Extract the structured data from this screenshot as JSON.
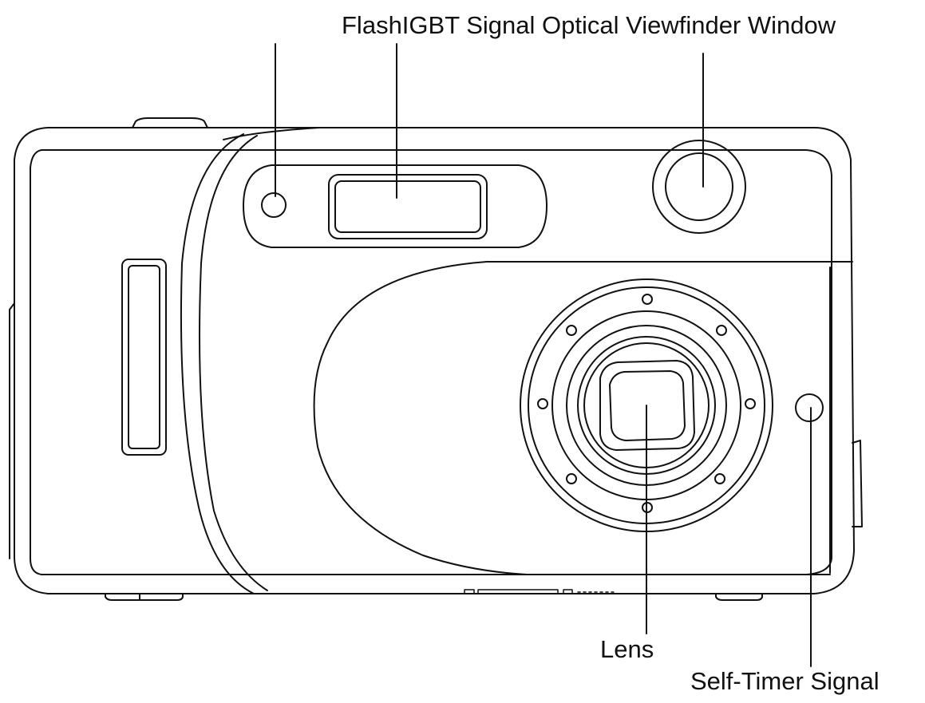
{
  "labels": {
    "top_line": "FlashIGBT Signal Optical Viewfinder Window",
    "lens": "Lens",
    "self_timer": "Self-Timer Signal"
  },
  "colors": {
    "line": "#111111",
    "background": "#ffffff"
  }
}
